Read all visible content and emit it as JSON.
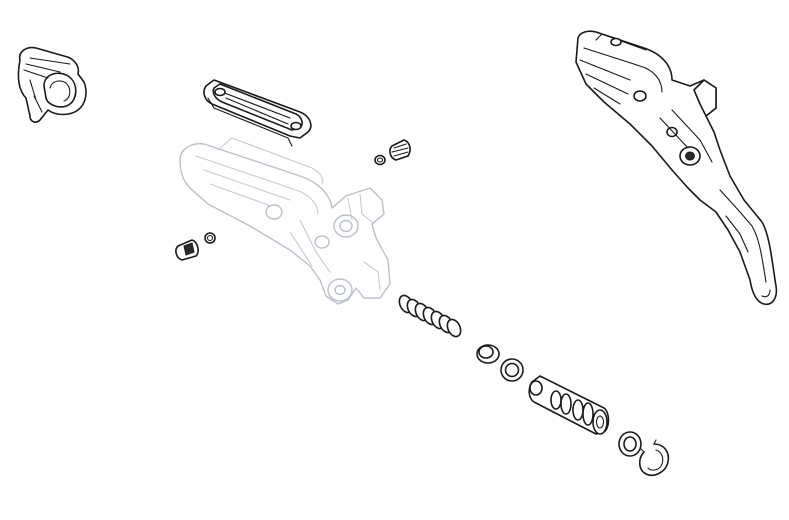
{
  "colors": {
    "background": "#ffffff",
    "line": "#1a1a1a",
    "ghost_line": "#b9c0cc"
  },
  "parts": [
    {
      "name": "lever-clamp",
      "icon": "clamp-icon"
    },
    {
      "name": "reservoir-bladder-cover",
      "icon": "reservoir-cover-icon"
    },
    {
      "name": "lever-body-ghost",
      "icon": "lever-body-icon"
    },
    {
      "name": "bleed-screw-upper",
      "icon": "screw-icon"
    },
    {
      "name": "bleed-screw-lower",
      "icon": "screw-icon"
    },
    {
      "name": "return-spring",
      "icon": "spring-icon"
    },
    {
      "name": "piston-cup",
      "icon": "cup-seal-icon"
    },
    {
      "name": "o-ring-seal",
      "icon": "o-ring-icon"
    },
    {
      "name": "master-piston",
      "icon": "piston-icon"
    },
    {
      "name": "washer",
      "icon": "washer-icon"
    },
    {
      "name": "circlip",
      "icon": "snap-ring-icon"
    },
    {
      "name": "assembled-brake-lever",
      "icon": "brake-lever-icon"
    }
  ]
}
